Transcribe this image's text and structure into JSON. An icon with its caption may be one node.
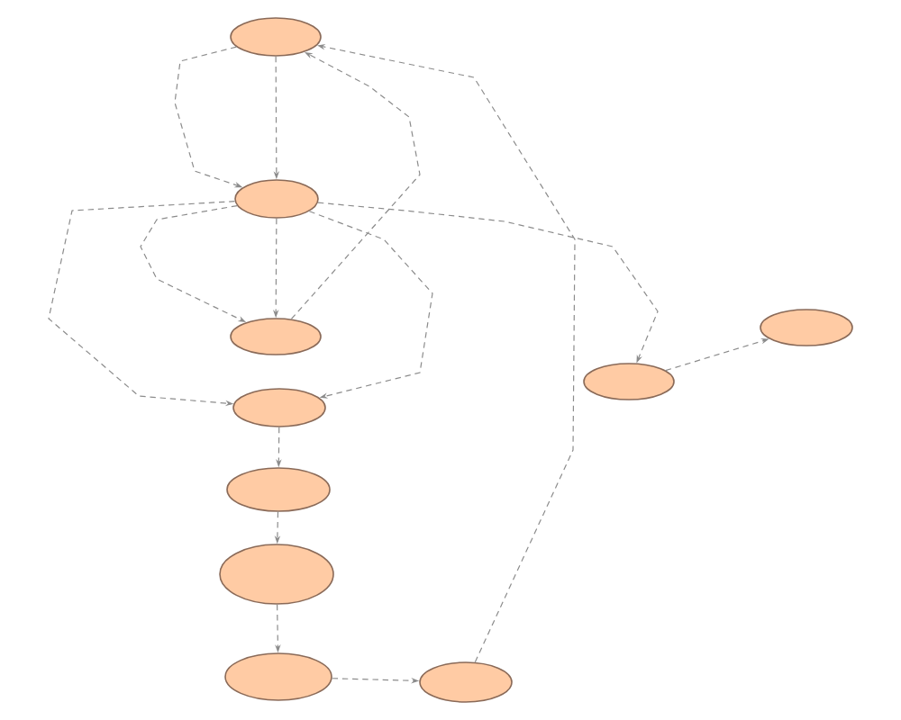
{
  "diagram": {
    "nodes": [
      {
        "text": [],
        "shape": "ellipse"
      },
      {
        "text": [],
        "shape": "ellipse"
      },
      {
        "text": [],
        "shape": "ellipse"
      },
      {
        "text": [],
        "shape": "ellipse"
      },
      {
        "text": [],
        "shape": "ellipse"
      },
      {
        "text": [],
        "shape": "ellipse"
      },
      {
        "text": [],
        "shape": "ellipse"
      },
      {
        "text": [],
        "shape": "ellipse"
      },
      {
        "text": [],
        "shape": "ellipse"
      },
      {
        "text": [],
        "shape": "ellipse"
      }
    ],
    "edges": [
      {
        "from": 0,
        "to": 1,
        "arrow": "to",
        "style": "dashed"
      },
      {
        "from": 0,
        "to": 1,
        "arrow": "to",
        "style": "dashed"
      },
      {
        "from": 1,
        "to": 3,
        "arrow": "to",
        "style": "dashed"
      },
      {
        "from": 1,
        "to": 3,
        "arrow": "to",
        "style": "dashed"
      },
      {
        "from": 3,
        "to": 0,
        "arrow": "to",
        "style": "dashed"
      },
      {
        "from": 9,
        "to": 0,
        "arrow": "to",
        "style": "dashed"
      },
      {
        "from": 1,
        "to": 4,
        "arrow": "to",
        "style": "dashed"
      },
      {
        "from": 1,
        "to": 5,
        "arrow": "to",
        "style": "dashed"
      },
      {
        "from": 1,
        "to": 5,
        "arrow": "to",
        "style": "dashed"
      },
      {
        "from": 5,
        "to": 6,
        "arrow": "to",
        "style": "dashed"
      },
      {
        "from": 6,
        "to": 7,
        "arrow": "to",
        "style": "dashed"
      },
      {
        "from": 7,
        "to": 8,
        "arrow": "to",
        "style": "dashed"
      },
      {
        "from": 8,
        "to": 9,
        "arrow": "to",
        "style": "dashed"
      },
      {
        "from": 4,
        "to": 2,
        "arrow": "to",
        "style": "dashed"
      }
    ]
  }
}
